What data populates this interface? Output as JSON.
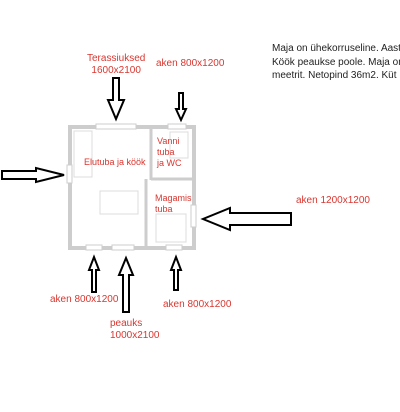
{
  "colors": {
    "label_red": "#d9362f",
    "wall_gray": "#cdcdcd",
    "text_dark": "#222222",
    "arrow": "#000000"
  },
  "description_lines": [
    "Maja on ühekorruseline. Aast",
    "Köök peaukse poole. Maja on",
    "meetrit. Netopind 36m2. Küt"
  ],
  "rooms": {
    "living_kitchen": "Elutuba ja köök",
    "bath": [
      "Vanni",
      "tuba",
      "ja WC"
    ],
    "bedroom": [
      "Magamis",
      "tuba"
    ]
  },
  "openings": {
    "terrace_door": [
      "Terassiuksed",
      "1600x2100"
    ],
    "window_top": "aken 800x1200",
    "window_right": "aken 1200x1200",
    "window_bottom_left": "aken 800x1200",
    "window_bottom_right": "aken 800x1200",
    "main_door": [
      "peauks",
      "1000x2100"
    ]
  }
}
